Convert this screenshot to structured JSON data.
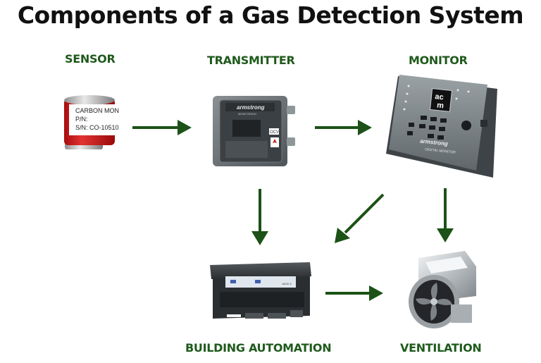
{
  "title": "Components of a Gas Detection System",
  "colors": {
    "arrow": "#1c5217",
    "label": "#1f5a1c"
  },
  "nodes": {
    "sensor": {
      "label": "SENSOR",
      "line1": "CARBON MON",
      "line2": "P/N:",
      "line3": "S/N: CO-10510"
    },
    "transmitter": {
      "label": "TRANSMITTER",
      "brand": "armstrong",
      "sub": "MONITORING",
      "tag": "OCV"
    },
    "monitor": {
      "label": "MONITOR",
      "logo_top": "ac",
      "logo_bottom": "m",
      "brand": "armstrong",
      "model": "DIGITAL MONITOR"
    },
    "building_automation": {
      "label": "BUILDING AUTOMATION",
      "model": "JACE-2"
    },
    "ventilation": {
      "label": "VENTILATION"
    }
  }
}
